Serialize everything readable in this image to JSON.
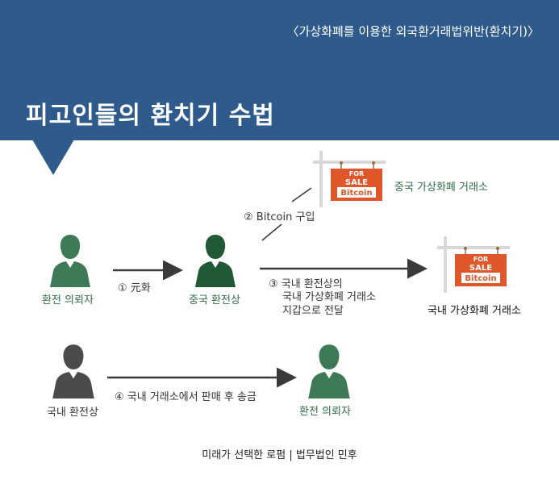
{
  "header": {
    "subtitle": "〈가상화폐를 이용한 외국환거래법위반(환치기)〉",
    "title": "피고인들의 환치기 수법"
  },
  "nodes": {
    "client_top": "환전 의뢰자",
    "china_exchanger": "중국 환전상",
    "china_exchange": "중국 가상화폐 거래소",
    "domestic_exchange": "국내 가상화폐 거래소",
    "domestic_exchanger": "국내 환전상",
    "client_bottom": "환전 의뢰자"
  },
  "steps": {
    "step1": "① 元화",
    "step2": "② Bitcoin 구입",
    "step3_line1": "③ 국내 환전상의",
    "step3_line2": "국내 가상화폐 거래소",
    "step3_line3": "지갑으로  전달",
    "step4": "④ 국내 거래소에서 판매 후 송금"
  },
  "sign": {
    "line1": "FOR",
    "line2": "SALE",
    "line3": "Bitcoin"
  },
  "footer": "미래가 선택한 로펌 | 법무법인 민후",
  "colors": {
    "header_bg": "#2e5b8c",
    "green_person": "#3f7a57",
    "dark_green_person": "#1f5a35",
    "gray_person": "#4b4b4b",
    "sign_orange": "#e0562b"
  }
}
